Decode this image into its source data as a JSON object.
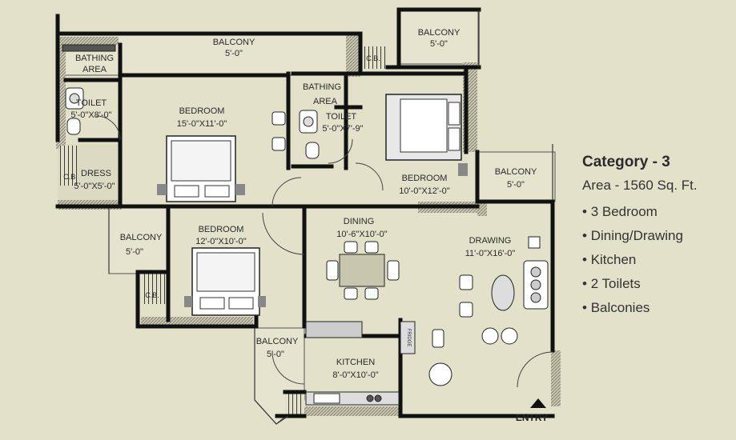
{
  "rooms": {
    "balcony_top": {
      "name": "BALCONY",
      "dim": "5'-0\""
    },
    "balcony_top_right": {
      "name": "BALCONY",
      "dim": "5'-0\""
    },
    "bathing_area_left": {
      "line1": "BATHING",
      "line2": "AREA"
    },
    "bathing_area_mid": {
      "line1": "BATHING",
      "line2": "AREA"
    },
    "cb_top": "C.B.",
    "toilet_left": {
      "name": "TOILET",
      "dim": "5'-0\"X8'-0\""
    },
    "toilet_mid": {
      "name": "TOILET",
      "dim": "5'-0\"X7'-9\""
    },
    "bedroom_master": {
      "name": "BEDROOM",
      "dim": "15'-0\"X11'-0\""
    },
    "bedroom_right": {
      "name": "BEDROOM",
      "dim": "10'-0\"X12'-0\""
    },
    "balcony_right": {
      "name": "BALCONY",
      "dim": "5'-0\""
    },
    "dress": {
      "cb": "C.B.",
      "name": "DRESS",
      "dim": "5'-0\"X5'-0\""
    },
    "dining": {
      "name": "DINING",
      "dim": "10'-6\"X10'-0\""
    },
    "bedroom_lower": {
      "name": "BEDROOM",
      "dim": "12'-0\"X10'-0\""
    },
    "balcony_left": {
      "name": "BALCONY",
      "dim": "5'-0\""
    },
    "cb_lower": "C.B.",
    "drawing": {
      "name": "DRAWING",
      "dim": "11'-0\"X16'-0\""
    },
    "balcony_bottom": {
      "name": "BALCONY",
      "dim": "5'-0\""
    },
    "kitchen": {
      "name": "KITCHEN",
      "dim": "8'-0\"X10'-0\""
    },
    "fridge": "FRIDGE"
  },
  "entry": "ENTRY",
  "info": {
    "category": "Category - 3",
    "area": "Area - 1560 Sq. Ft.",
    "features": [
      "3 Bedroom",
      "Dining/Drawing",
      "Kitchen",
      "2 Toilets",
      "Balconies"
    ]
  },
  "colors": {
    "background": "#e3e1ca",
    "wall": "#111111",
    "balcony_fill": "#e6e4ce",
    "dress_fill": "#dcdac2"
  }
}
